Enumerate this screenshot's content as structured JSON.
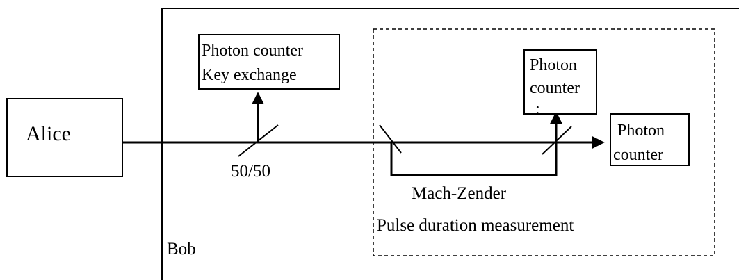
{
  "nodes": {
    "alice": {
      "label": "Alice"
    },
    "bob": {
      "label": "Bob"
    },
    "key_counter": {
      "line1": "Photon counter",
      "line2": "Key exchange"
    },
    "counter_top": {
      "line1": "Photon",
      "line2": "counter"
    },
    "counter_right": {
      "line1": "Photon",
      "line2": "counter"
    }
  },
  "labels": {
    "beam_splitter": "50/50",
    "interferometer": "Mach-Zender",
    "measurement_region": "Pulse duration measurement",
    "dots": ":"
  },
  "style": {
    "stroke_color": "#000000",
    "background": "#ffffff"
  }
}
